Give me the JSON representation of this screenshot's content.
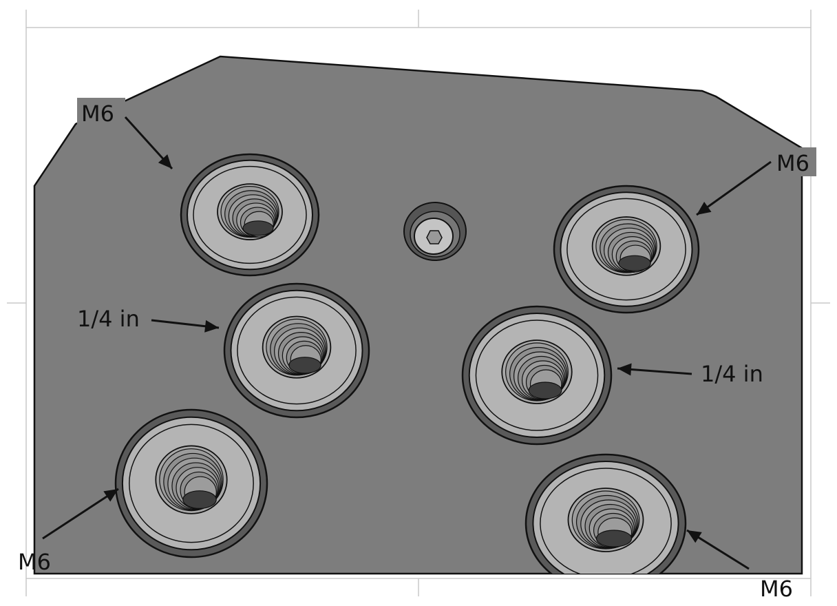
{
  "diagram": {
    "plate_color": "#7d7d7d",
    "insert_color": "#b4b4b4",
    "labels": [
      {
        "text": "M6",
        "target": "insert-top-left"
      },
      {
        "text": "M6",
        "target": "insert-top-right"
      },
      {
        "text": "1/4 in",
        "target": "insert-middle-left"
      },
      {
        "text": "1/4 in",
        "target": "insert-middle-right"
      },
      {
        "text": "M6",
        "target": "insert-bottom-left"
      },
      {
        "text": "M6",
        "target": "insert-bottom-right"
      }
    ]
  }
}
